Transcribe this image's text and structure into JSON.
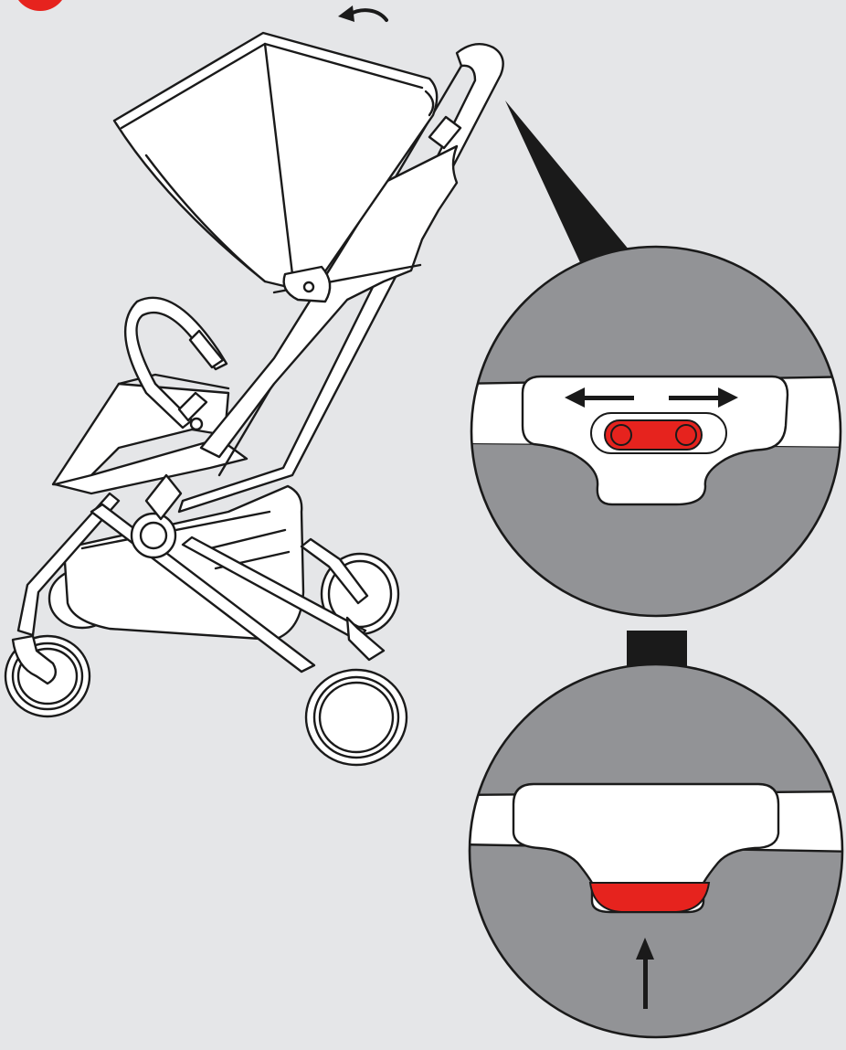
{
  "figure": {
    "type": "instruction-illustration",
    "subject": "stroller",
    "colors": {
      "background": "#e5e6e8",
      "line": "#1a1a1a",
      "zoom_fill": "#929396",
      "accent_red": "#e6231e",
      "white": "#ffffff"
    },
    "icons": [
      "step-number-badge",
      "rotate-arrow-icon",
      "stroller-illustration",
      "zoom-pointer",
      "zoom-circle-top",
      "zoom-circle-bottom",
      "slide-left-arrow-icon",
      "slide-right-arrow-icon",
      "push-up-arrow-icon"
    ]
  }
}
